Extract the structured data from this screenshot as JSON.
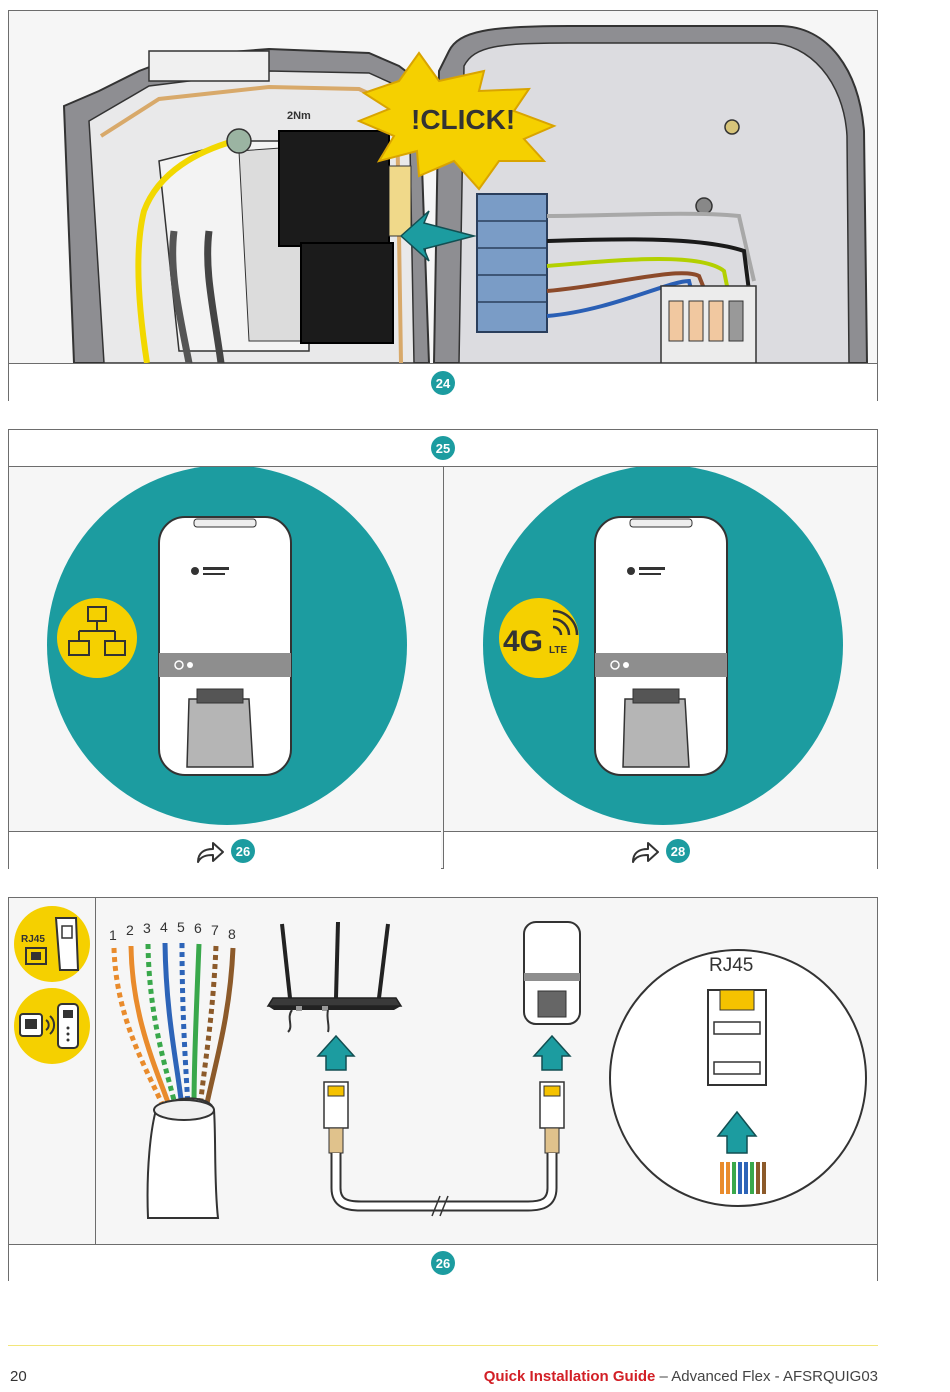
{
  "step24": {
    "badge": "24",
    "click_label": "!CLICK!",
    "torque_label": "2Nm"
  },
  "step25": {
    "badge": "25",
    "left_next": "26",
    "right_next": "28",
    "lte_4g": "4G",
    "lte_sub": "LTE"
  },
  "step26": {
    "badge": "26",
    "connector_label": "RJ45",
    "rj45_icon_label": "RJ45",
    "pin_numbers": [
      "1",
      "2",
      "3",
      "4",
      "5",
      "6",
      "7",
      "8"
    ]
  },
  "footer": {
    "page_number": "20",
    "title": "Quick Installation Guide",
    "separator": " – ",
    "subtitle": "Advanced Flex - AFSRQUIG03"
  },
  "colors": {
    "teal": "#1c9ca0",
    "yellow": "#f5d000",
    "gray_bg": "#f6f6f6",
    "brand_red": "#d21f26"
  }
}
